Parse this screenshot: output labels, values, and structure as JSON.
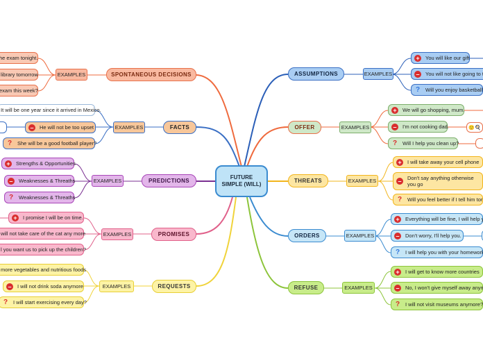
{
  "center": {
    "title": "FUTURE SIMPLE (WILL)"
  },
  "examples_label": "EXAMPLES",
  "left": {
    "spontaneous": {
      "label": "SPONTANEOUS DECISIONS",
      "leaves": [
        "he exam tonight.",
        "library tomorrow",
        "exam this week?"
      ]
    },
    "facts": {
      "label": "FACTS",
      "leaves": [
        "It will be one year since it arrived in Mexico.",
        "He will not be too upset",
        "She will be a good football player?"
      ]
    },
    "predictions": {
      "label": "PREDICTIONS",
      "leaves": [
        "Strengths & Opportunities",
        "Weaknesses & Threaths",
        "Weaknesses & Threaths"
      ]
    },
    "promises": {
      "label": "PROMISES",
      "leaves": [
        "I promise I will be on time.",
        "will not take care of the cat any more",
        "l you want us to pick up the children?"
      ]
    },
    "requests": {
      "label": "REQUESTS",
      "leaves": [
        "more vegetables and nutritious foods",
        "I will not drink soda anymore",
        "I will start exercising every day?"
      ]
    }
  },
  "right": {
    "assumptions": {
      "label": "ASSUMPTIONS",
      "leaves": [
        "You will like our gift",
        "You will not like going to th",
        "Will you enjoy basketball?"
      ]
    },
    "offer": {
      "label": "OFFER",
      "leaves": [
        "We will go shopping, mum.",
        "I'm not cooking dad.",
        "Will I help you clean up?"
      ]
    },
    "threats": {
      "label": "THREATS",
      "leaves": [
        "I will take away your cell phone",
        "Don't say anything otherwise you go",
        "Will you feel better if I tell him tor"
      ]
    },
    "orders": {
      "label": "ORDERS",
      "leaves": [
        "Everything will be fine, I will help y",
        "Don't worry, I'll help you.",
        "I will help you with your homework"
      ]
    },
    "refuse": {
      "label": "REFUSE",
      "leaves": [
        "I will get to know more countries",
        "No, I won't give myself away anymo",
        "I will not visit museums anymore?"
      ]
    }
  },
  "colors": {
    "spontaneous": {
      "fill": "#f9b9a0",
      "border": "#e8704a",
      "line": "#ef6a3d"
    },
    "facts": {
      "fill": "#f8c79a",
      "border": "#3a6fc4",
      "line": "#3a6fc4"
    },
    "predictions": {
      "fill": "#e3b6ea",
      "border": "#a845b8",
      "line": "#7a2f91"
    },
    "promises": {
      "fill": "#f9b8cc",
      "border": "#e0608a",
      "line": "#e0608a"
    },
    "requests": {
      "fill": "#fdf3a6",
      "border": "#e8cf35",
      "line": "#f0d33a"
    },
    "assumptions": {
      "fill": "#a9cdf3",
      "border": "#3a6fc4",
      "line": "#2b5fb8"
    },
    "offer": {
      "fill": "#cfe8c8",
      "border": "#e8704a",
      "line": "#ef6a3d"
    },
    "threats": {
      "fill": "#fde6a2",
      "border": "#f2b51c",
      "line": "#f2b51c"
    },
    "orders": {
      "fill": "#c6e6f7",
      "border": "#3a8bd0",
      "line": "#3a8bd0"
    },
    "refuse": {
      "fill": "#c8ec8a",
      "border": "#8cc43a",
      "line": "#8cc43a"
    }
  }
}
